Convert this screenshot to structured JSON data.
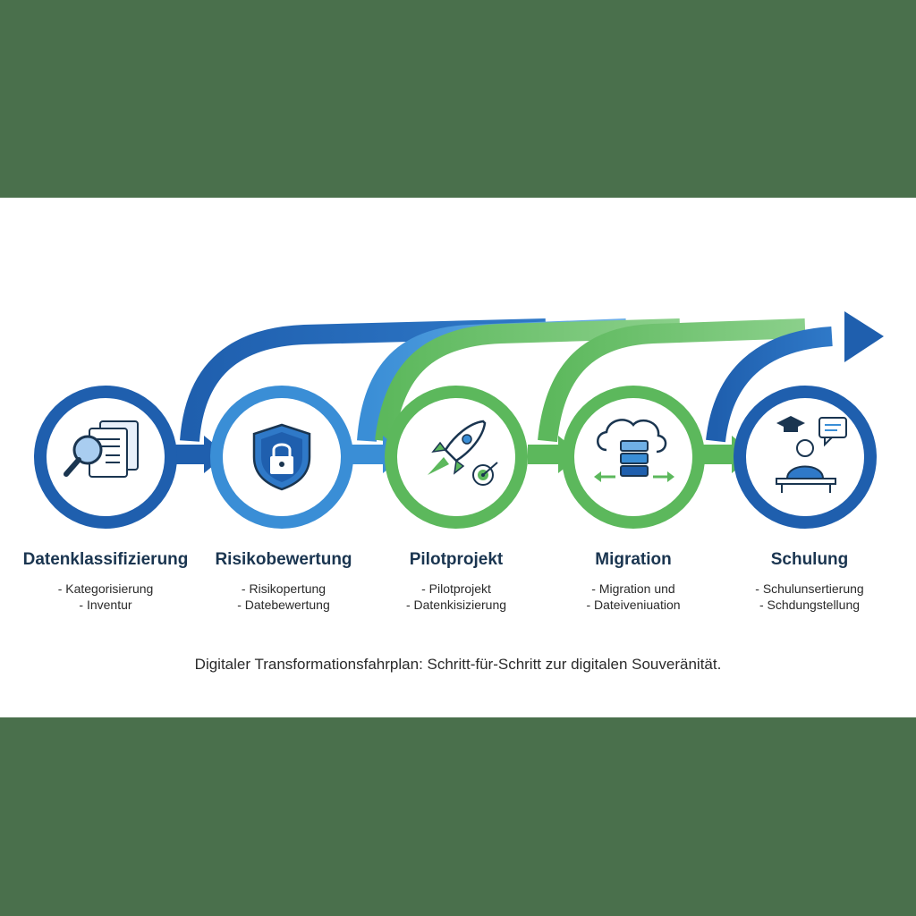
{
  "roadmap": {
    "steps": [
      {
        "title": "Datenklassifizierung",
        "sub1": "- Kategorisierung",
        "sub2": "- Inventur",
        "icon": "document-search-icon",
        "color": "#1f5fae"
      },
      {
        "title": "Risikobewertung",
        "sub1": "- Risikopertung",
        "sub2": "- Datebewertung",
        "icon": "shield-lock-icon",
        "color": "#3a8ed6"
      },
      {
        "title": "Pilotprojekt",
        "sub1": "- Pilotprojekt",
        "sub2": "- Datenkisizierung",
        "icon": "rocket-target-icon",
        "color": "#5cb85c"
      },
      {
        "title": "Migration",
        "sub1": "- Migration und",
        "sub2": "- Dateiveniuation",
        "icon": "cloud-server-icon",
        "color": "#5cb85c"
      },
      {
        "title": "Schulung",
        "sub1": "- Schulunsertierung",
        "sub2": "- Schdungstellung",
        "icon": "graduation-presenter-icon",
        "color": "#1f5fae"
      }
    ],
    "caption": "Digitaler Transformationsfahrplan: Schritt-für-Schritt zur digitalen Souveränität."
  },
  "colors": {
    "frame": "#4a704c",
    "blue_dark": "#1f5fae",
    "blue_light": "#3a8ed6",
    "green": "#5cb85c"
  }
}
